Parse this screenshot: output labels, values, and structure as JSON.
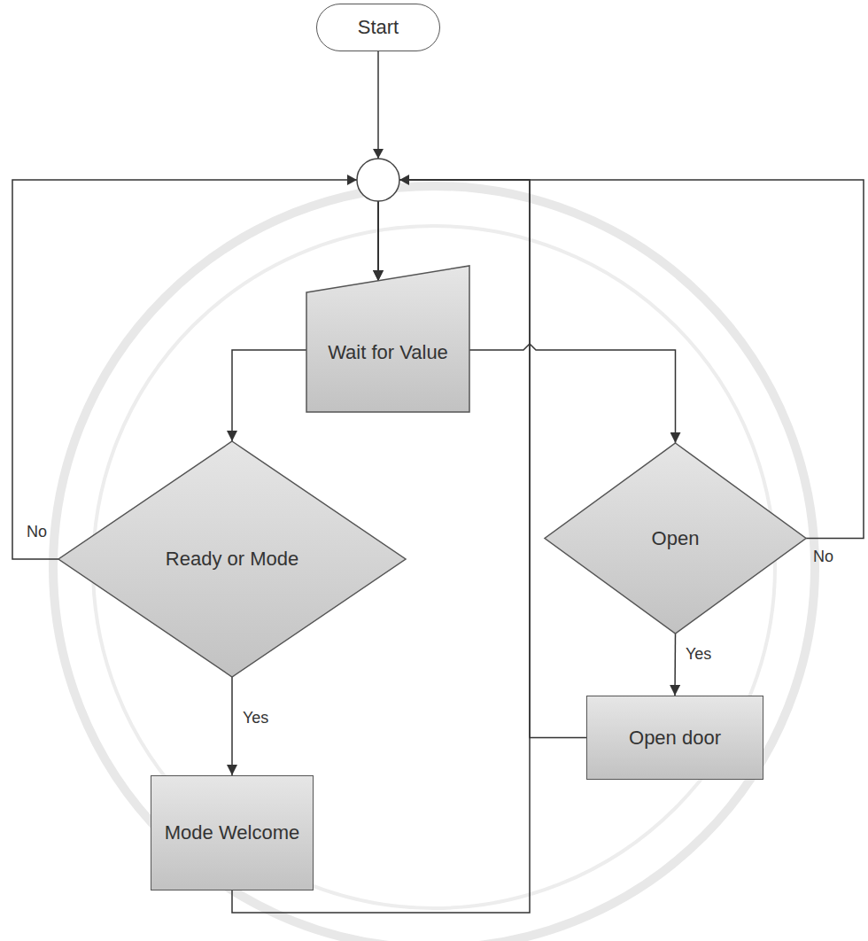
{
  "diagram": {
    "nodes": [
      {
        "text": [
          "Start"
        ]
      },
      {
        "text": [
          "Wait for Value"
        ]
      },
      {
        "text": [
          "Ready or Mode"
        ]
      },
      {
        "text": [
          "Open"
        ]
      },
      {
        "text": [
          "Mode Welcome"
        ]
      },
      {
        "text": [
          "Open door"
        ]
      }
    ],
    "edges": [
      {
        "from": 0,
        "to": 1,
        "arrow": "to"
      },
      {
        "from": 1,
        "to": 2,
        "arrow": "to"
      },
      {
        "from": 1,
        "to": 3,
        "arrow": "to"
      },
      {
        "from": 2,
        "to": 1,
        "label": "No",
        "arrow": "to"
      },
      {
        "from": 2,
        "to": 4,
        "label": "Yes",
        "arrow": "to"
      },
      {
        "from": 3,
        "to": 1,
        "label": "No",
        "arrow": "to"
      },
      {
        "from": 3,
        "to": 5,
        "label": "Yes",
        "arrow": "to"
      },
      {
        "from": 4,
        "to": 1,
        "arrow": "to"
      },
      {
        "from": 5,
        "to": 1,
        "arrow": "to"
      }
    ]
  }
}
